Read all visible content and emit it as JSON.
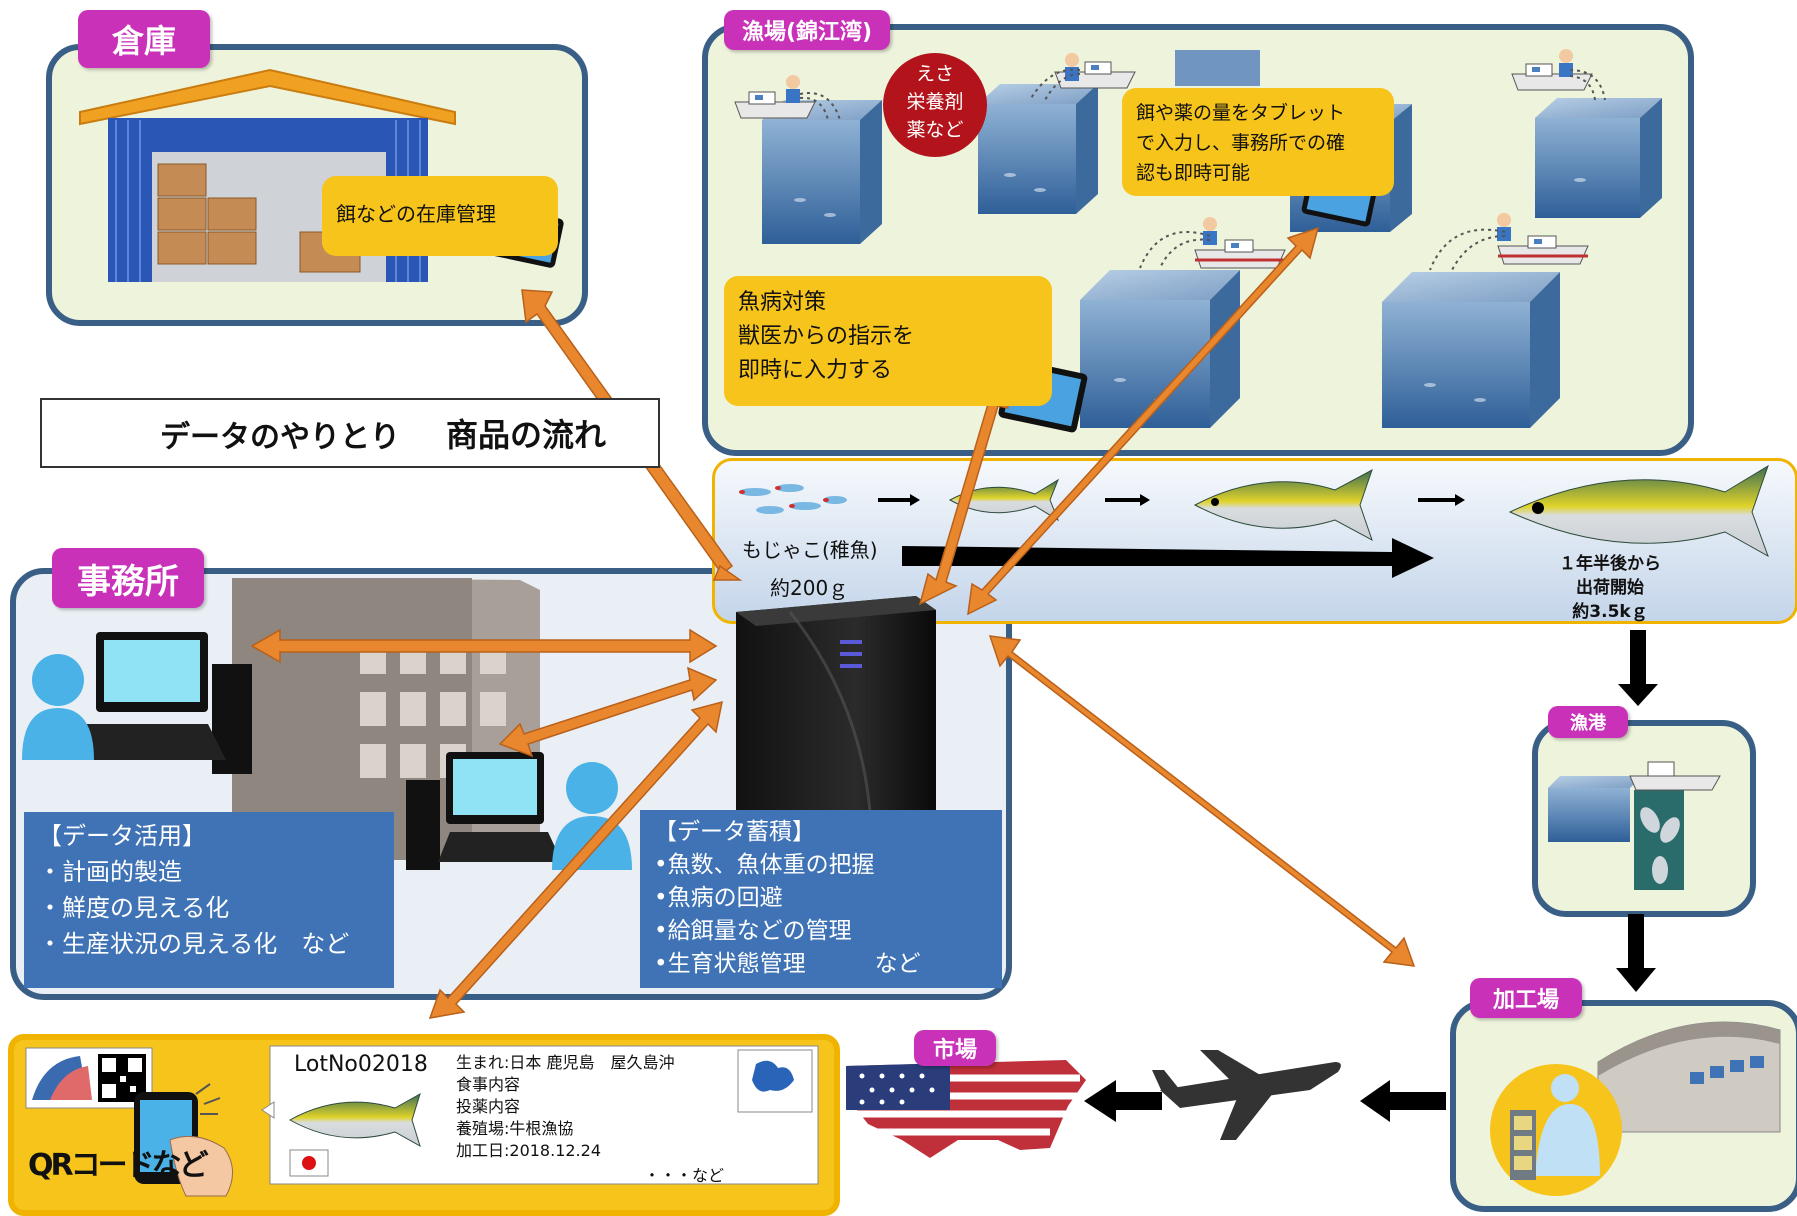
{
  "warehouse": {
    "tag": "倉庫",
    "note": "餌などの在庫管理"
  },
  "fishery": {
    "tag": "漁場(錦江湾)",
    "feed_badge": [
      "えさ",
      "栄養剤",
      "薬など"
    ],
    "tablet_note": [
      "餌や薬の量をタブレット",
      "で入力し、事務所での確",
      "認も即時可能"
    ],
    "disease_note": [
      "魚病対策",
      "獣医からの指示を",
      "即時に入力する"
    ]
  },
  "legend": {
    "data_exchange": "データのやりとり",
    "product_flow": "商品の流れ"
  },
  "growth": {
    "fry_label": "もじゃこ(稚魚)",
    "fry_weight": "約200ｇ",
    "adult_label": [
      "１年半後から",
      "出荷開始",
      "約3.5kｇ"
    ]
  },
  "office": {
    "tag": "事務所",
    "usage_title": "【データ活用】",
    "usage_items": [
      "・計画的製造",
      "・鮮度の見える化",
      "・生産状況の見える化　など"
    ],
    "storage_title": "【データ蓄積】",
    "storage_items": [
      "•魚数、魚体重の把握",
      "•魚病の回避",
      "•給餌量などの管理",
      "•生育状態管理　　　など"
    ]
  },
  "port": {
    "tag": "漁港"
  },
  "processing": {
    "tag": "加工場"
  },
  "market": {
    "tag": "市場"
  },
  "label": {
    "qr_caption": "QRコードなど",
    "lot": "LotNo02018",
    "lines": [
      "生まれ:日本 鹿児島　屋久島沖",
      "食事内容",
      "投薬内容",
      "養殖場:牛根漁協",
      "加工日:2018.12.24"
    ],
    "etc": "・・・など"
  },
  "colors": {
    "panel_border": "#3a5f86",
    "panel_fill": "#eef3dc",
    "tag": "#c931b9",
    "note": "#f6c41a",
    "arrow": "#e8872e",
    "blue": "#3f73b5"
  }
}
